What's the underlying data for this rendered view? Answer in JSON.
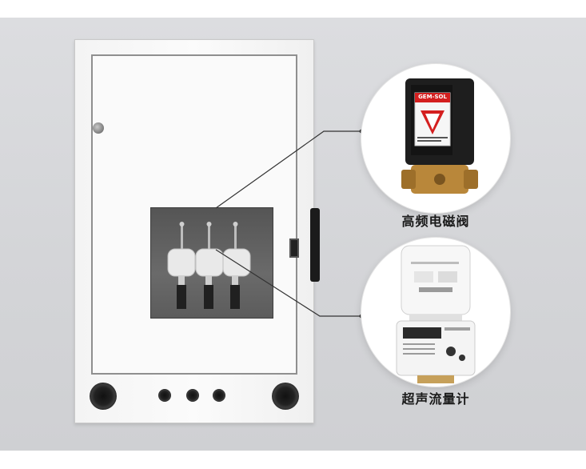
{
  "valve": {
    "brand_text": "GEM-SOL",
    "caption": "高频电磁阀"
  },
  "meter": {
    "caption": "超声流量计"
  }
}
